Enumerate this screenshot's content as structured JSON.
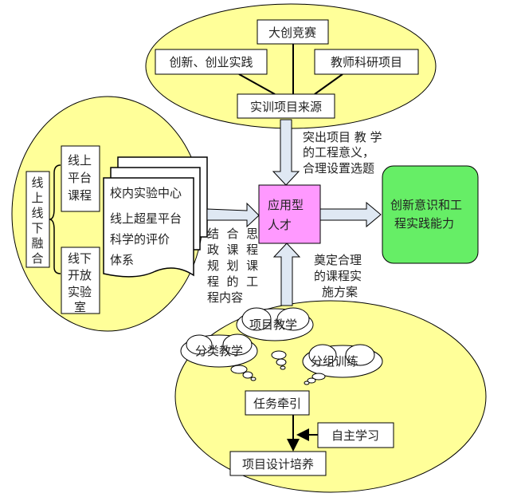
{
  "top_group": {
    "competition": "大创竞赛",
    "innovation": "创新、创业实践",
    "research": "教师科研项目",
    "source": "实训项目来源"
  },
  "left_group": {
    "blend_lines": [
      "线",
      "上",
      "线",
      "下",
      "融",
      "合"
    ],
    "online_lines": [
      "线上",
      "平台",
      "课程"
    ],
    "offline_lines": [
      "线下",
      "开放",
      "实验",
      "室"
    ],
    "doc_lines": [
      "校内实验中心",
      "线上超星平台",
      "科学的评价",
      "体系"
    ]
  },
  "center": {
    "line1": "应用型",
    "line2": "人才"
  },
  "outcome": {
    "line1": "创新意识和工",
    "line2": "程实践能力"
  },
  "labels": {
    "top_note": [
      "突出项目 教 学",
      "的工程意义，",
      "合理设置选题"
    ],
    "left_note": [
      "结  合  思",
      "政  课  程",
      "规  划  课",
      "程  的  工",
      "程内容"
    ],
    "bottom_note": [
      "奠定合理",
      "的课程实",
      "施方案"
    ]
  },
  "bottom_group": {
    "cloud_project": "项目教学",
    "cloud_category": "分类教学",
    "cloud_group": "分组训练",
    "task": "任务牵引",
    "self_study": "自主学习",
    "design": "项目设计培养"
  },
  "colors": {
    "ellipse": "#ffff99",
    "center": "#ff99ff",
    "outcome": "#66ee66",
    "arrow": "#dfe8f3"
  }
}
